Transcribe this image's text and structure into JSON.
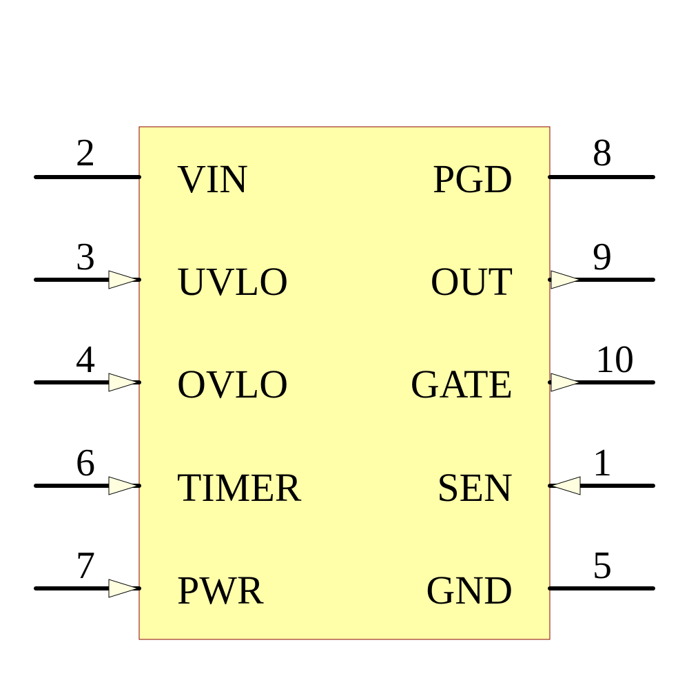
{
  "component": {
    "body_fill": "#ffffaa",
    "body_stroke": "#8b0000",
    "left_pins": [
      {
        "number": "2",
        "name": "VIN",
        "direction": "none"
      },
      {
        "number": "3",
        "name": "UVLO",
        "direction": "input"
      },
      {
        "number": "4",
        "name": "OVLO",
        "direction": "input"
      },
      {
        "number": "6",
        "name": "TIMER",
        "direction": "input"
      },
      {
        "number": "7",
        "name": "PWR",
        "direction": "input"
      }
    ],
    "right_pins": [
      {
        "number": "8",
        "name": "PGD",
        "direction": "none"
      },
      {
        "number": "9",
        "name": "OUT",
        "direction": "output"
      },
      {
        "number": "10",
        "name": "GATE",
        "direction": "output"
      },
      {
        "number": "1",
        "name": "SEN",
        "direction": "input"
      },
      {
        "number": "5",
        "name": "GND",
        "direction": "none"
      }
    ]
  }
}
